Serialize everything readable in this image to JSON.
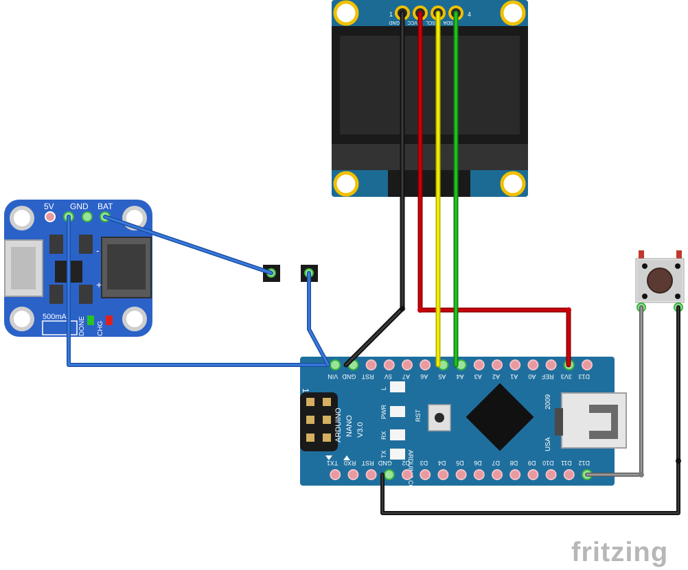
{
  "app": {
    "watermark": "fritzing"
  },
  "oled": {
    "pins": [
      "GND",
      "VCC",
      "SCL",
      "SDA"
    ],
    "pin_index_first": "1",
    "pin_index_last": "4"
  },
  "charger": {
    "pin_5v": "5V",
    "pin_gnd": "GND",
    "pin_bat": "BAT",
    "current_label": "500mA",
    "done_label": "DONE",
    "chg_label": "CHG",
    "plus": "+",
    "minus": "-"
  },
  "nano": {
    "top_pins": [
      "D13",
      "3V3",
      "REF",
      "A0",
      "A1",
      "A2",
      "A3",
      "A4",
      "A5",
      "A6",
      "A7",
      "5V",
      "RST",
      "GND",
      "VIN"
    ],
    "bottom_pins": [
      "D12",
      "D11",
      "D10",
      "D9",
      "D8",
      "D7",
      "D6",
      "D5",
      "D4",
      "D3",
      "D2",
      "GND",
      "RST",
      "RX0",
      "TX1"
    ],
    "board_name": "ARDUINO",
    "board_model": "NANO",
    "board_version": "V3.0",
    "website": "ARDUINO.CC",
    "year": "2009",
    "usb_label": "USA",
    "icsp_label": "ICSP",
    "icsp_pin_number": "1",
    "led_labels": [
      "L",
      "PWR",
      "RX",
      "TX"
    ],
    "reset_label": "RST"
  },
  "colors": {
    "board_blue": "#1f6f9e",
    "charger_blue": "#2b62c8",
    "wire_blue": "#2f6fd0",
    "wire_black": "#111111",
    "wire_red": "#c8000b",
    "wire_yellow": "#f5f000",
    "wire_green": "#1eb31e",
    "wire_gray": "#7d7d7d",
    "pad_pink": "#e89aa0",
    "pin_gold": "#f0c000",
    "connected_green": "#3cb43c"
  }
}
